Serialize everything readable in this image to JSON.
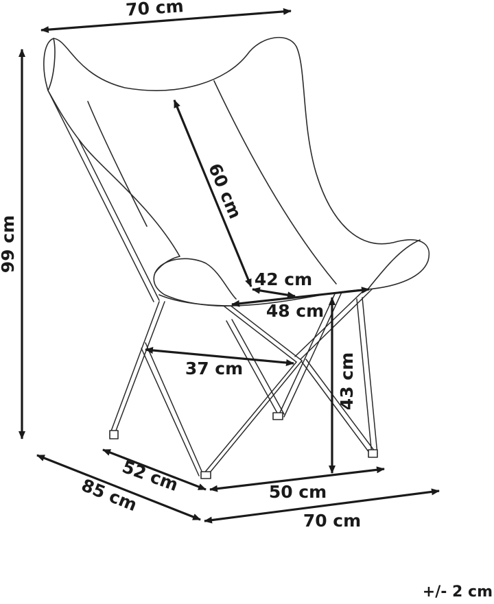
{
  "dimensions": {
    "top_width": "70 cm",
    "height": "99 cm",
    "backrest": "60 cm",
    "seat_depth": "42 cm",
    "seat_width": "48 cm",
    "seat_to_leg": "37 cm",
    "seat_height": "43 cm",
    "base_side": "52 cm",
    "base_front": "50 cm",
    "overall_depth": "85 cm",
    "bottom_width": "70 cm"
  },
  "tolerance": "+/- 2 cm",
  "colors": {
    "line": "#1a1a1a",
    "background": "#ffffff"
  }
}
